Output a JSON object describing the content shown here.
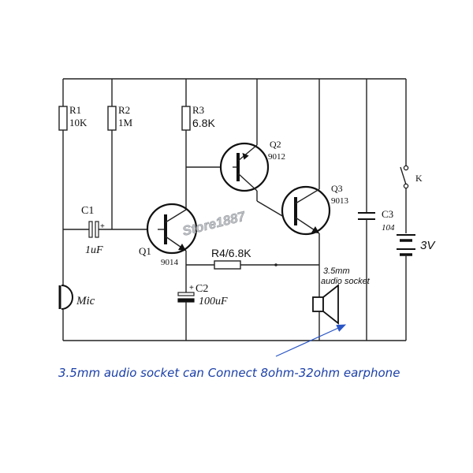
{
  "components": {
    "r1": {
      "name": "R1",
      "value": "10K"
    },
    "r2": {
      "name": "R2",
      "value": "1M"
    },
    "r3": {
      "name": "R3",
      "value": "6.8K"
    },
    "r4": {
      "label": "R4/6.8K"
    },
    "c1": {
      "name": "C1",
      "value": "1uF",
      "polarity": "+"
    },
    "c2": {
      "name": "C2",
      "value": "100uF",
      "polarity": "+"
    },
    "c3": {
      "name": "C3",
      "value": "104"
    },
    "q1": {
      "name": "Q1",
      "model": "9014"
    },
    "q2": {
      "name": "Q2",
      "model": "9012"
    },
    "q3": {
      "name": "Q3",
      "model": "9013"
    },
    "mic": {
      "name": "Mic"
    },
    "switch": {
      "name": "K"
    },
    "battery": {
      "value": "3V"
    },
    "socket": {
      "line1": "3.5mm",
      "line2": "audio socket"
    }
  },
  "watermark": {
    "text": "Store1887"
  },
  "caption": "3.5mm audio socket can Connect 8ohm-32ohm earphone",
  "colors": {
    "caption": "#1a3fa8",
    "arrow": "#2a56c6",
    "wire": "#222222"
  }
}
